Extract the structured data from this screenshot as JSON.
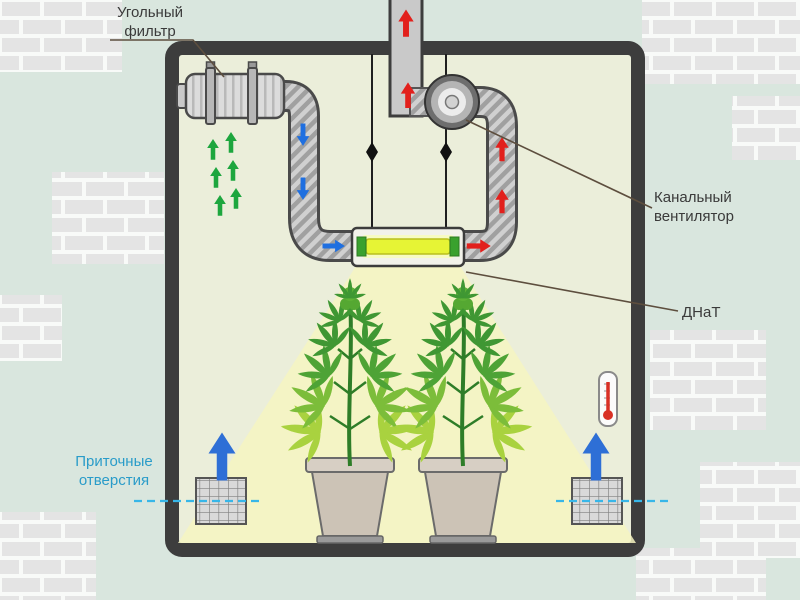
{
  "labels": {
    "carbon_filter": "Угольный\nфильтр",
    "duct_fan": "Канальный\nвентилятор",
    "hps_lamp": "ДНаТ",
    "intake_holes": "Приточные\nотверстия"
  },
  "icons": {
    "exhaust_airflow": "red-up-arrow",
    "cooled_airflow": "blue-down-arrow",
    "filtered_airflow": "green-up-arrow",
    "intake_airflow": "blue-up-arrow",
    "thermometer": "thermometer-icon"
  },
  "colors": {
    "background": "#d9e6de",
    "brick": "#e4e4e4",
    "box_border": "#3d3d3d",
    "box_interior": "#ebeeda",
    "light_cone": "#f6f5c1",
    "lamp_tube": "#e6f435",
    "arrow_red": "#e2201c",
    "arrow_blue": "#1f6fe0",
    "arrow_green": "#1da63e",
    "intake_arrow": "#2e6fd6",
    "dashed_line": "#37b6e8",
    "label_text": "#3a3a3a",
    "label_blue": "#2a9cc9",
    "pointer_line": "#5d4e3e"
  }
}
